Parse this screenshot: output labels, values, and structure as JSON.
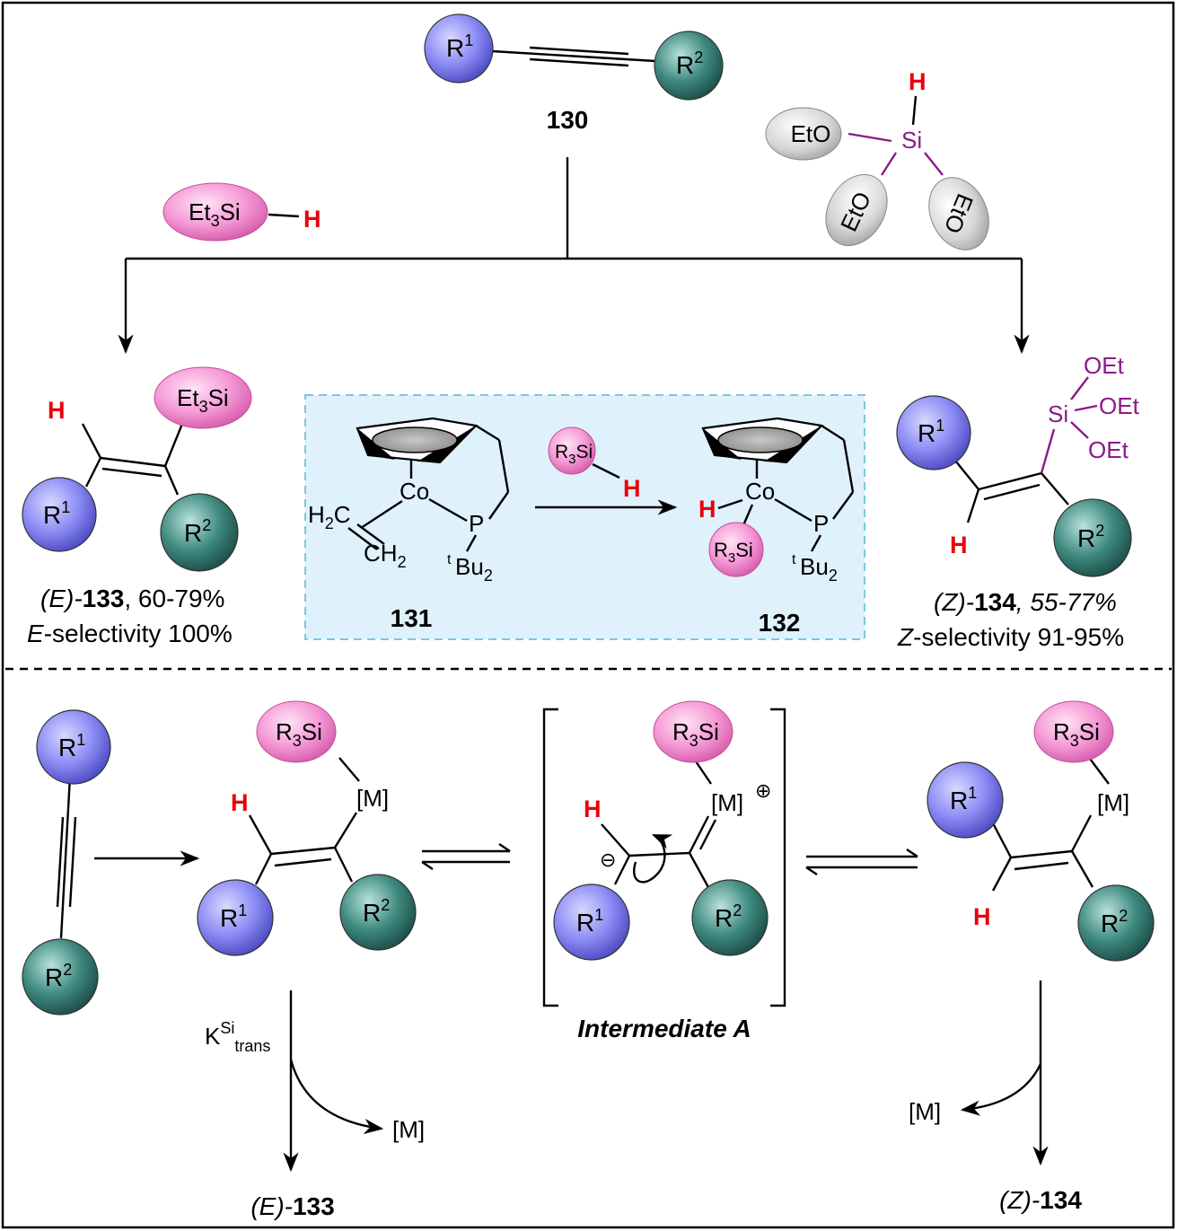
{
  "colors": {
    "r1_ball": "#8c8cf5",
    "r2_ball": "#3f8a80",
    "silane_ball": "#f59ad6",
    "ethoxy_ball": "#d0d0d0",
    "hydrogen": "#e8000b",
    "silicon": "#8b1a89",
    "catalyst_box": "#dff1fb",
    "catalyst_border": "#7cc7e4"
  },
  "labels": {
    "r1": "R",
    "r1_sup": "1",
    "r2": "R",
    "r2_sup": "2",
    "h": "H",
    "et3si_a": "Et",
    "et3si_sub": "3",
    "et3si_b": "Si",
    "r3si_a": "R",
    "r3si_sub": "3",
    "r3si_b": "Si",
    "eto": "EtO",
    "oet": "OEt",
    "si": "Si",
    "m": "[M]",
    "plus": "⊕",
    "minus": "⊖",
    "co": "Co",
    "p": "P",
    "tbu_t": "t",
    "tbu_a": "Bu",
    "tbu_sub": "2",
    "h2c_a": "H",
    "h2c_sub": "2",
    "h2c_b": "C",
    "ch2_a": "CH",
    "ch2_sub": "2"
  },
  "compounds": {
    "c130": "130",
    "c131": "131",
    "c132": "132",
    "c133": "133",
    "c134": "134"
  },
  "results": {
    "e_prefix": "(E)-",
    "e_yield": ", 60-79%",
    "e_sel_letter": "E",
    "e_sel_rest": "-selectivity 100%",
    "z_prefix": "(Z)-",
    "z_yield": ", 55-77%",
    "z_sel_letter": "Z",
    "z_sel_rest": "-selectivity 91-95%"
  },
  "mechanism": {
    "intermediate": "Intermediate A",
    "k_a": "K",
    "k_sup": "Si",
    "k_sub": "trans",
    "e_final_prefix": "(E)-",
    "z_final_prefix": "(Z)-"
  }
}
